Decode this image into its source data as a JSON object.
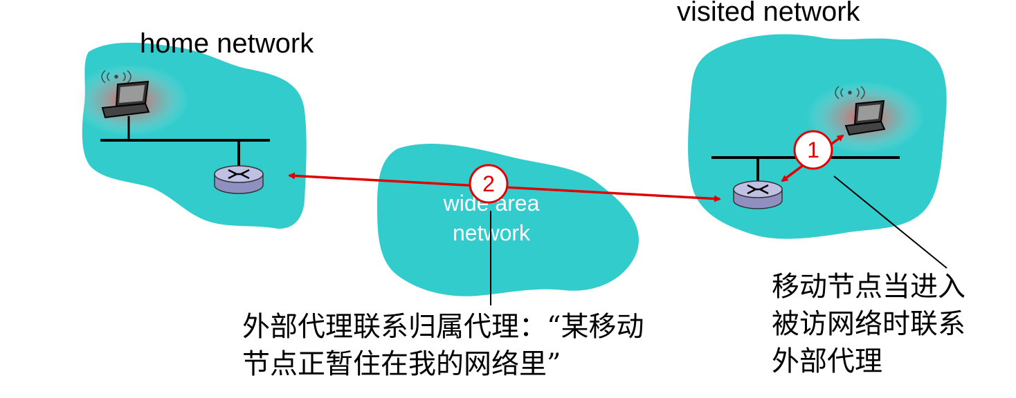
{
  "labels": {
    "home_network": "home network",
    "visited_network": "visited network",
    "wan_line1": "wide area",
    "wan_line2": "network"
  },
  "steps": {
    "step1": "1",
    "step2": "2"
  },
  "annotations": {
    "foreign_agent_contact_line1": "外部代理联系归属代理：“某移动",
    "foreign_agent_contact_line2": "节点正暂住在我的网络里”",
    "mobile_enter_line1": "移动节点当进入",
    "mobile_enter_line2": "被访网络时联系",
    "mobile_enter_line3": "外部代理"
  },
  "colors": {
    "cloud": "#33cccc",
    "arrow": "#e00000",
    "router_body": "#b8b8dc",
    "glow": "#ff5050"
  }
}
